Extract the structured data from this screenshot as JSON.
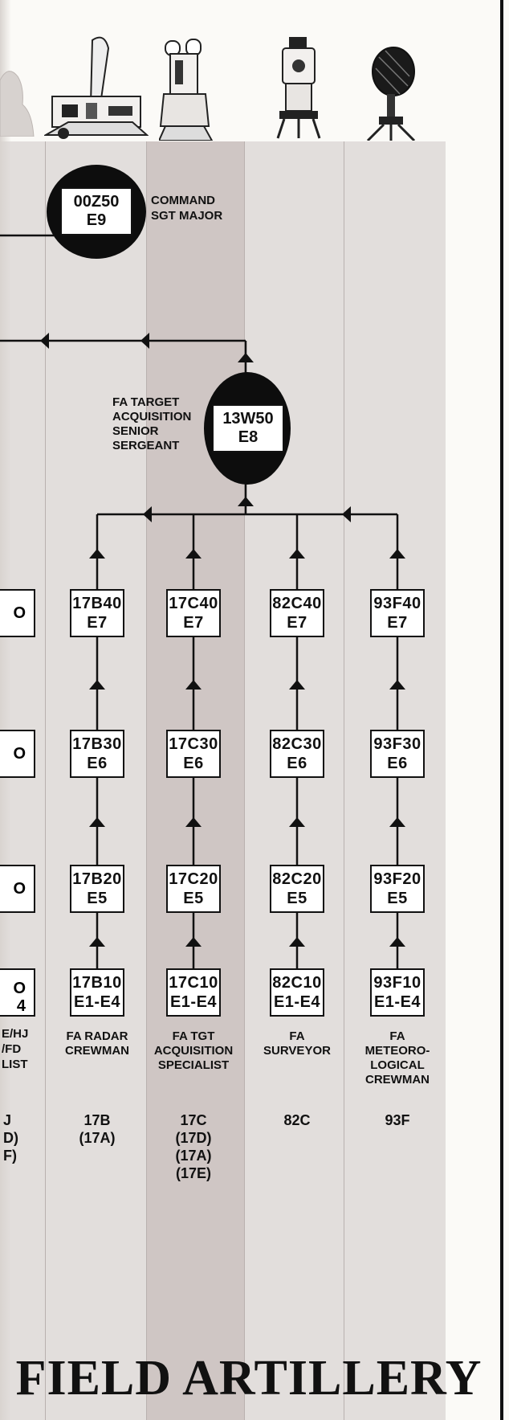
{
  "command": {
    "code": "00Z50",
    "grade": "E9",
    "title_line1": "COMMAND",
    "title_line2": "SGT MAJOR"
  },
  "senior": {
    "code": "13W50",
    "grade": "E8",
    "title_lines": [
      "FA TARGET",
      "ACQUISITION",
      "SENIOR",
      "SERGEANT"
    ]
  },
  "columns": [
    {
      "boxes": [
        {
          "code": "17B40",
          "grade": "E7"
        },
        {
          "code": "17B30",
          "grade": "E6"
        },
        {
          "code": "17B20",
          "grade": "E5"
        },
        {
          "code": "17B10",
          "grade": "E1-E4"
        }
      ],
      "title_lines": [
        "FA RADAR",
        "CREWMAN"
      ],
      "mos_codes": [
        "17B",
        "(17A)"
      ]
    },
    {
      "boxes": [
        {
          "code": "17C40",
          "grade": "E7"
        },
        {
          "code": "17C30",
          "grade": "E6"
        },
        {
          "code": "17C20",
          "grade": "E5"
        },
        {
          "code": "17C10",
          "grade": "E1-E4"
        }
      ],
      "title_lines": [
        "FA TGT",
        "ACQUISITION",
        "SPECIALIST"
      ],
      "mos_codes": [
        "17C",
        "(17D)",
        "(17A)",
        "(17E)"
      ]
    },
    {
      "boxes": [
        {
          "code": "82C40",
          "grade": "E7"
        },
        {
          "code": "82C30",
          "grade": "E6"
        },
        {
          "code": "82C20",
          "grade": "E5"
        },
        {
          "code": "82C10",
          "grade": "E1-E4"
        }
      ],
      "title_lines": [
        "FA",
        "SURVEYOR"
      ],
      "mos_codes": [
        "82C"
      ]
    },
    {
      "boxes": [
        {
          "code": "93F40",
          "grade": "E7"
        },
        {
          "code": "93F30",
          "grade": "E6"
        },
        {
          "code": "93F20",
          "grade": "E5"
        },
        {
          "code": "93F10",
          "grade": "E1-E4"
        }
      ],
      "title_lines": [
        "FA",
        "METEORO-",
        "LOGICAL",
        "CREWMAN"
      ],
      "mos_codes": [
        "93F"
      ]
    }
  ],
  "clipped_column": {
    "box_fragments": [
      "O",
      "O",
      "O",
      "O"
    ],
    "grade_fragment": "4",
    "title_fragments": [
      "E/HJ",
      "/FD",
      "LIST"
    ],
    "code_fragments": [
      "J",
      "D)",
      "F)"
    ]
  },
  "banner": "FIELD ARTILLERY",
  "equipment_icons": [
    "howitzer-icon",
    "binocular-scope-icon",
    "survey-theodolite-icon",
    "radar-dish-icon"
  ]
}
